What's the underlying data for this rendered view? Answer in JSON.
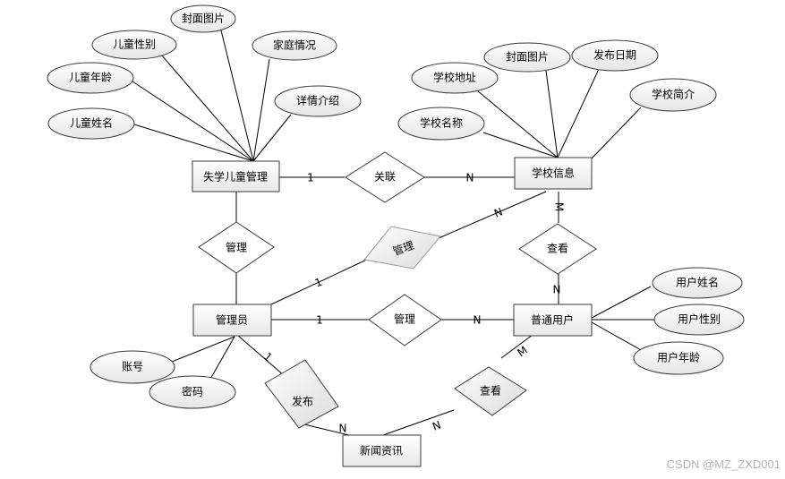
{
  "entities": {
    "child": "失学儿童管理",
    "school": "学校信息",
    "admin": "管理员",
    "user": "普通用户",
    "news": "新闻资讯"
  },
  "relations": {
    "child_school": "关联",
    "child_admin": "管理",
    "admin_school": "管理",
    "school_user": "查看",
    "admin_user": "管理",
    "admin_news": "发布",
    "user_news": "查看"
  },
  "attributes": {
    "child_cover": "封面图片",
    "child_gender": "儿童性别",
    "child_family": "家庭情况",
    "child_age": "儿童年龄",
    "child_detail": "详情介绍",
    "child_name": "儿童姓名",
    "school_cover": "封面图片",
    "school_date": "发布日期",
    "school_address": "学校地址",
    "school_intro": "学校简介",
    "school_name": "学校名称",
    "user_name": "用户姓名",
    "user_gender": "用户性别",
    "user_age": "用户年龄",
    "admin_account": "账号",
    "admin_password": "密码"
  },
  "cardinality": {
    "child_school_1": "1",
    "child_school_n": "N",
    "admin_school_1": "1",
    "admin_school_n": "N",
    "school_user_m": "M",
    "school_user_n": "N",
    "admin_user_1": "1",
    "admin_user_n": "N",
    "admin_news_1": "1",
    "admin_news_n": "N",
    "user_news_m": "M",
    "user_news_n": "N"
  },
  "watermark": "CSDN @MZ_ZXD001"
}
